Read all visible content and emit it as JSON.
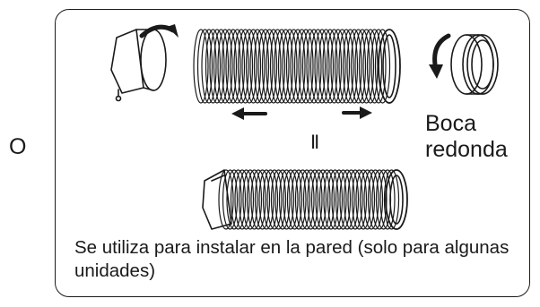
{
  "labels": {
    "option_letter": "O",
    "equals_sign": "II",
    "round_mouth": [
      "Boca",
      "redonda"
    ],
    "caption": "Se utiliza para instalar en la pared (solo para algunas unidades)"
  },
  "icons": [
    "window-adapter-icon",
    "exhaust-hose-icon",
    "round-connector-icon",
    "rotate-arrow-icon",
    "stretch-arrow-icon",
    "wall-hose-icon"
  ],
  "colors": {
    "line": "#1a1a1a",
    "background": "#ffffff"
  }
}
